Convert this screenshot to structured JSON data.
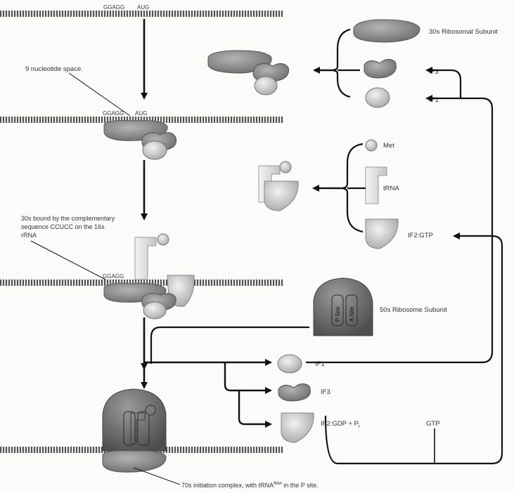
{
  "labels": {
    "sd_seq": "GGAGG",
    "start_codon": "AUG",
    "subunit_30s": "30s Ribosomal Subunit",
    "if3": "IF3",
    "if1": "IF1",
    "spacing": "9 nucleotide space.",
    "met": "Met",
    "trna": "tRNA",
    "if2_gtp": "IF2:GTP",
    "binding_line1": "30s bound by the complementary",
    "binding_line2": "sequence CCUCC on the 16s",
    "binding_line3": "rRNA",
    "subunit_50s": "50s Ribosome Subunit",
    "p_site": "P Site",
    "a_site": "A Site",
    "if2_gdp": "IF2:GDP + P",
    "if2_gdp_sub": "i",
    "gtp": "GTP",
    "complex_70s_pre": "70s initiation complex, with tRNA",
    "complex_70s_sup": "fMet",
    "complex_70s_post": " in the P site."
  },
  "colors": {
    "membrane": "#3a3a3a",
    "subunit_small": "#8e8e8e",
    "subunit_large": "#6f6f6f",
    "factor": "#c9c9c9",
    "arrow": "#111111"
  }
}
